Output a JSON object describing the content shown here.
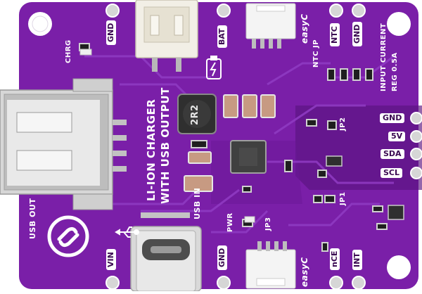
{
  "board": {
    "colors": {
      "pcb": "#7a1fa8",
      "pcb_dark": "#5a1480",
      "trace": "#8e34bf",
      "silkscreen": "#ffffff",
      "pad": "#c9c9c9",
      "connector": "#f2efe6"
    },
    "title_line1": "LI-ION CHARGER",
    "title_line2": "WITH USB OUTPUT",
    "inductor_marking": "2R2",
    "top_pins": [
      "GND",
      "BAT",
      "NTC",
      "GND"
    ],
    "bottom_pins": [
      "VIN",
      "GND",
      "nCE",
      "INT"
    ],
    "right_pins": [
      "GND",
      "5V",
      "SDA",
      "SCL"
    ],
    "labels": {
      "chrg": "CHRG",
      "easyc_top": "easyC",
      "easyc_bottom": "easyC",
      "ntc_jp": "NTC JP",
      "input_current": "INPUT CURRENT",
      "reg": "REG 0.5A",
      "jp1": "JP1",
      "jp2": "JP2",
      "jp3": "JP3",
      "pwr": "PWR",
      "usb_in": "USB IN",
      "usb_out": "USB OUT"
    },
    "icons": [
      "battery-charge-icon",
      "usb-symbol-icon",
      "soldered-logo-icon"
    ]
  }
}
